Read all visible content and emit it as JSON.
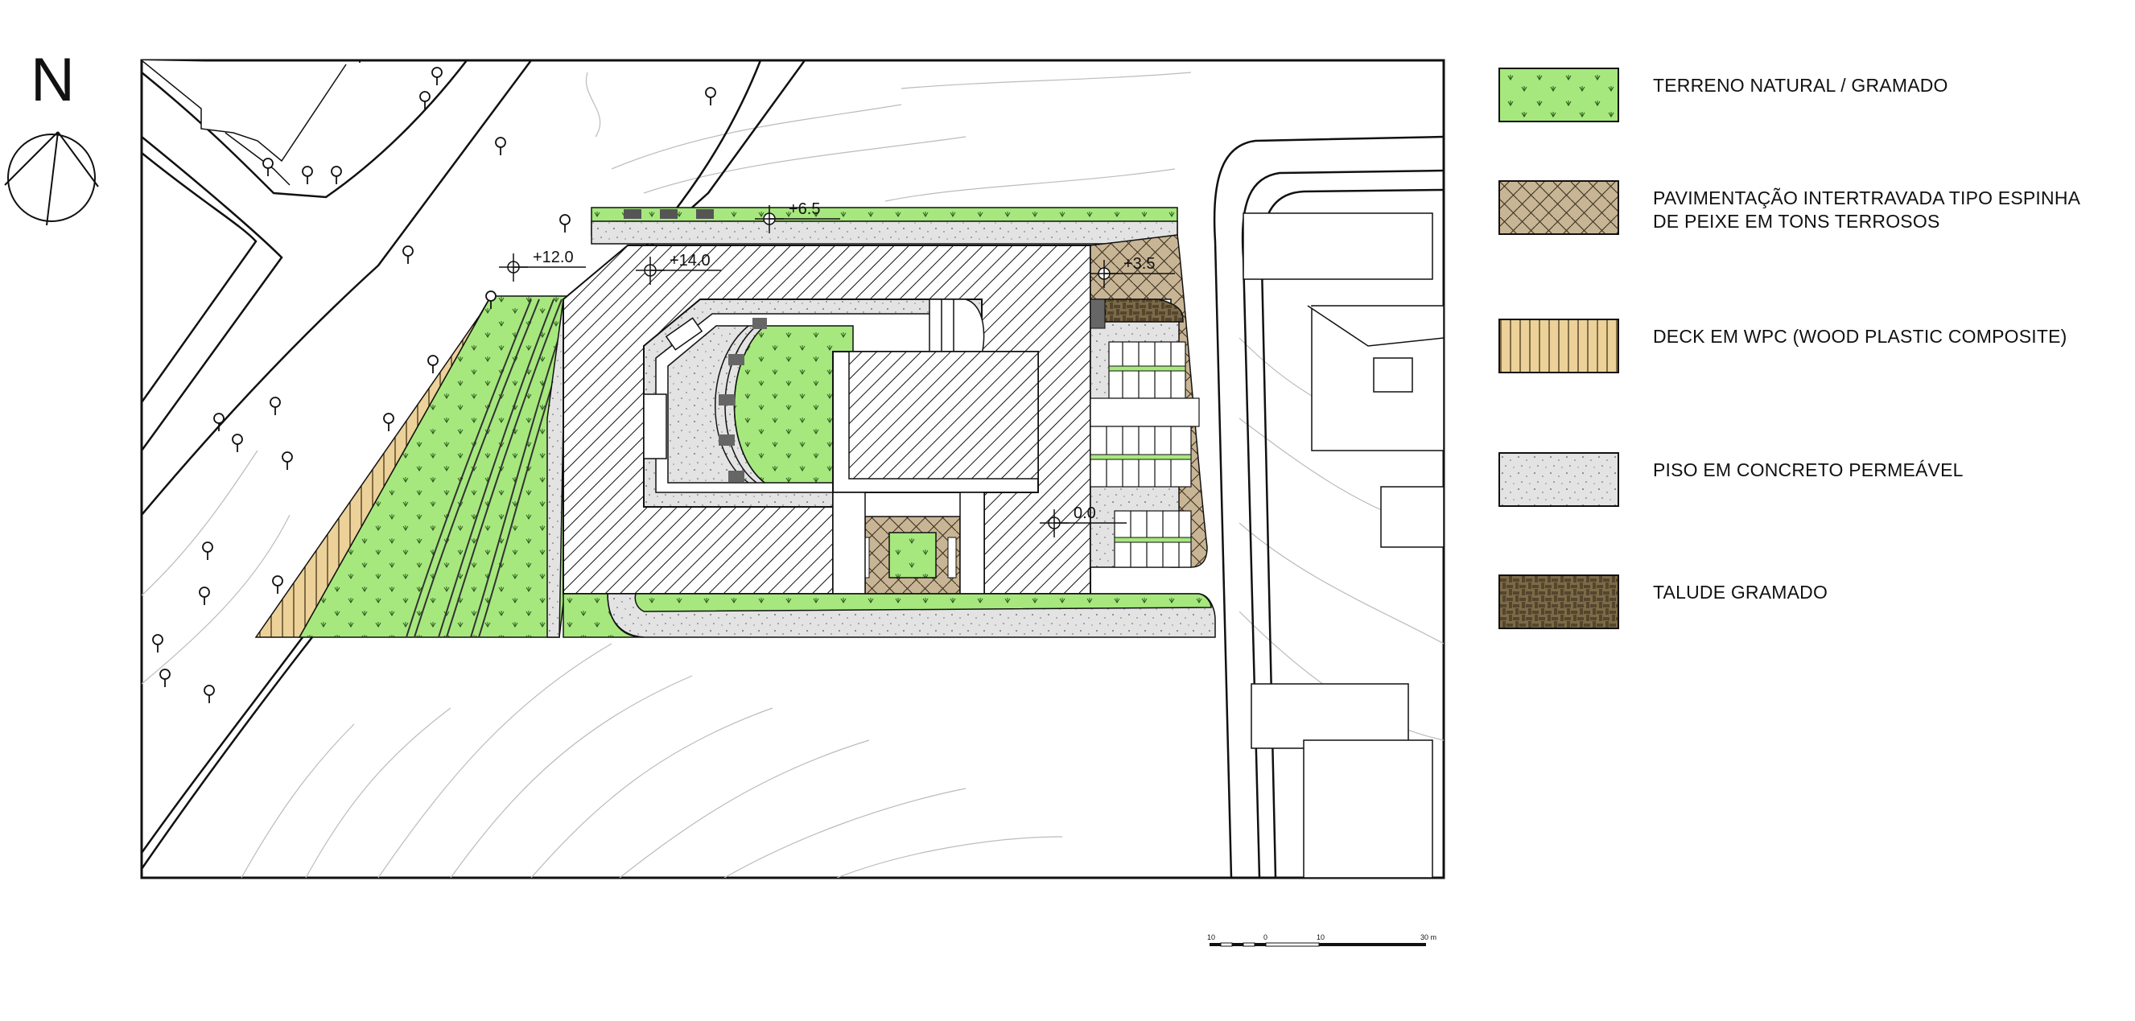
{
  "north": {
    "letter": "N"
  },
  "colors": {
    "grass": "#a6e87e",
    "paver": "#c8b595",
    "deck": "#ecd199",
    "concrete": "#e3e3e3",
    "slope": "#7d6a47",
    "line": "#111111"
  },
  "elevations": [
    "+12.0",
    "+14.0",
    "+6.5",
    "+3.5",
    "0.0"
  ],
  "legend": [
    {
      "key": "grass",
      "label": "TERRENO NATURAL / GRAMADO"
    },
    {
      "key": "paver",
      "label": "PAVIMENTAÇÃO INTERTRAVADA TIPO ESPINHA\nDE PEIXE EM TONS TERROSOS"
    },
    {
      "key": "deck",
      "label": "DECK EM WPC (WOOD PLASTIC COMPOSITE)"
    },
    {
      "key": "concrete",
      "label": "PISO EM CONCRETO PERMEÁVEL"
    },
    {
      "key": "slope",
      "label": "TALUDE GRAMADO"
    }
  ],
  "scale": {
    "ticks": [
      "10",
      "0",
      "10",
      "30 m"
    ]
  }
}
